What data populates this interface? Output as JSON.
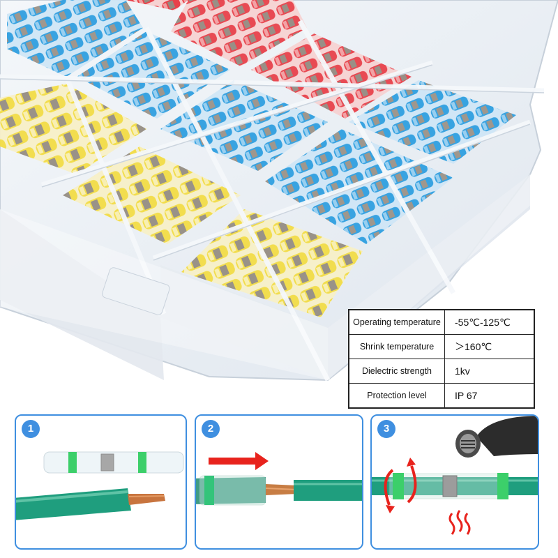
{
  "spec_table": {
    "rows": [
      {
        "label": "Operating temperature",
        "value": "-55℃-125℃"
      },
      {
        "label": "Shrink temperature",
        "value": "＞160℃"
      },
      {
        "label": "Dielectric strength",
        "value": "1kv"
      },
      {
        "label": "Protection level",
        "value": "IP  67"
      }
    ]
  },
  "steps": [
    {
      "number": "1",
      "icon": "wire-and-connector-icon"
    },
    {
      "number": "2",
      "icon": "insert-arrow-icon"
    },
    {
      "number": "3",
      "icon": "heat-gun-icon"
    }
  ],
  "colors": {
    "panel_border": "#3f8fe0",
    "wire_green": "#1f9e7e",
    "sleeve_red": "#e23b3b",
    "sleeve_blue": "#2a9ad8",
    "sleeve_yellow": "#f1da3a",
    "arrow_red": "#e8231d"
  }
}
